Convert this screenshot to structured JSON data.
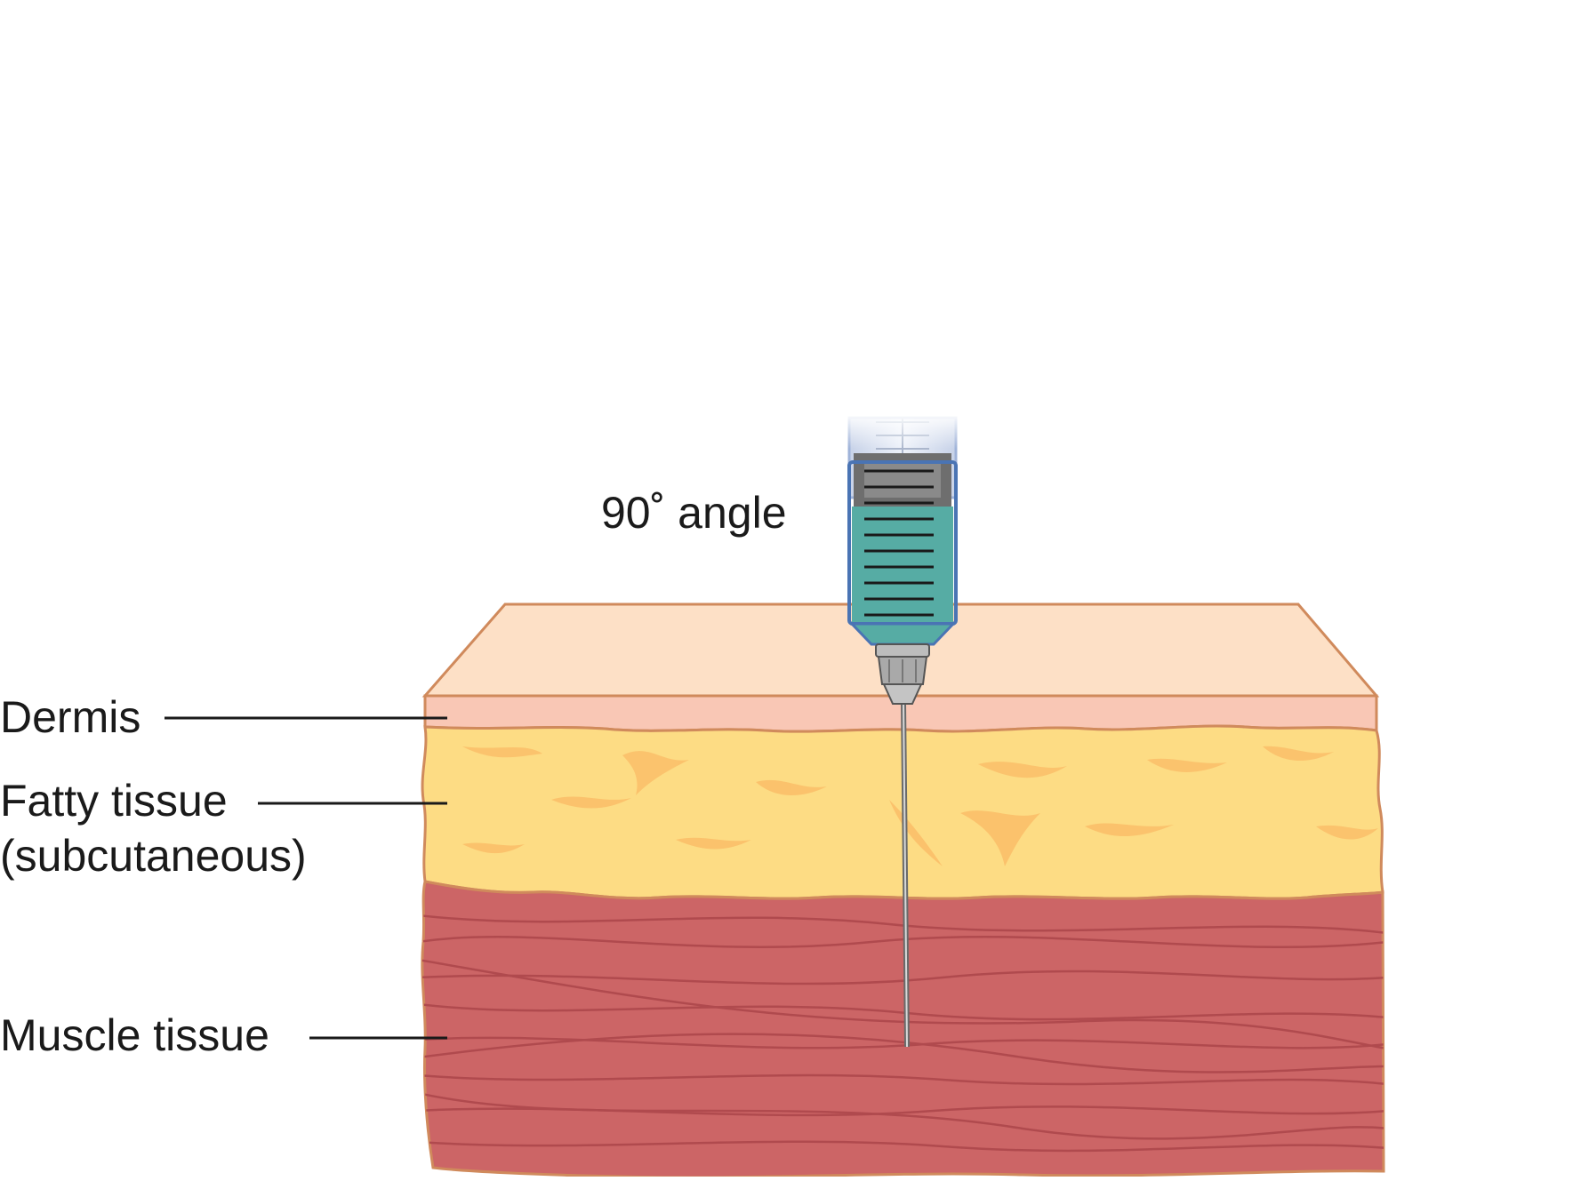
{
  "labels": {
    "angle": "90˚ angle",
    "dermis": "Dermis",
    "fatty_line1": "Fatty tissue",
    "fatty_line2": "(subcutaneous)",
    "muscle": "Muscle tissue"
  },
  "colors": {
    "skin_top": "#fde0c6",
    "dermis": "#f9c7b5",
    "fat": "#fddc84",
    "fat_streak": "#fbc06a",
    "muscle": "#cc6566",
    "muscle_fiber": "#b04a4e",
    "outline": "#d08a5c",
    "medication": "#56aca4",
    "barrel_outline": "#4a74b4",
    "needle": "#888888"
  },
  "icons": {
    "syringe": "syringe-icon",
    "needle": "needle-icon"
  }
}
